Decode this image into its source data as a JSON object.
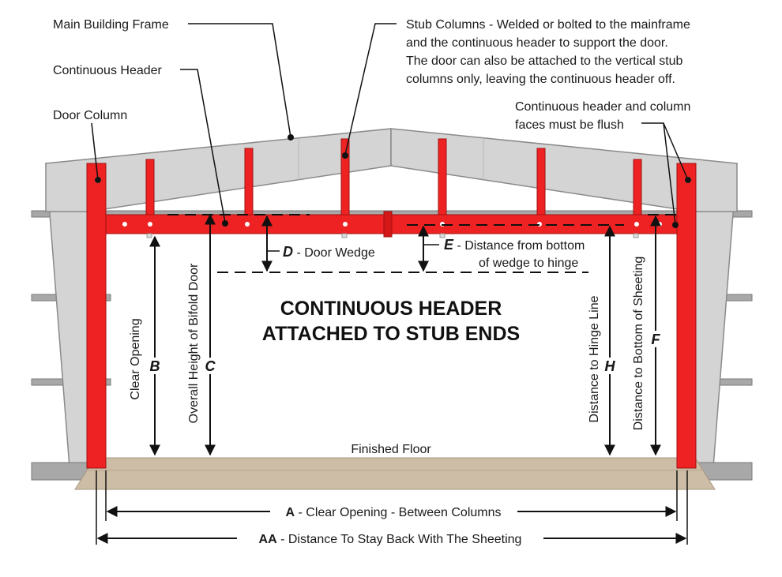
{
  "callouts": {
    "main_frame": "Main Building Frame",
    "continuous_header": "Continuous Header",
    "door_column": "Door Column",
    "stub_line1": "Stub Columns - Welded or bolted to the mainframe",
    "stub_line2": "and the continuous header to support the door.",
    "stub_line3": "The door can also be attached to the vertical stub",
    "stub_line4": "columns only, leaving the continuous header off.",
    "flush_line1": "Continuous header and column",
    "flush_line2": "faces must be flush"
  },
  "title": {
    "line1": "CONTINUOUS HEADER",
    "line2": "ATTACHED TO STUB ENDS"
  },
  "dimensions": {
    "d_letter": "D",
    "d_text": " - Door Wedge",
    "e_letter": "E",
    "e_text1": " - Distance from bottom",
    "e_text2": "of wedge to hinge",
    "b_label": "Clear Opening",
    "b_letter": "B",
    "c_label": "Overall Height of Bifold Door",
    "c_letter": "C",
    "h_label": "Distance to Hinge Line",
    "h_letter": "H",
    "f_label": "Distance to Bottom of Sheeting",
    "f_letter": "F",
    "floor": "Finished Floor",
    "a_letter": "A",
    "a_text": " - Clear Opening - Between Columns",
    "aa_letter": "AA",
    "aa_text": " - Distance To Stay Back With The Sheeting"
  },
  "colors": {
    "steel_red": "#ee2222",
    "frame_gray": "#d4d4d4",
    "frame_stroke": "#8a8a8a",
    "floor_tan": "#cdbca6",
    "ink": "#111111"
  }
}
